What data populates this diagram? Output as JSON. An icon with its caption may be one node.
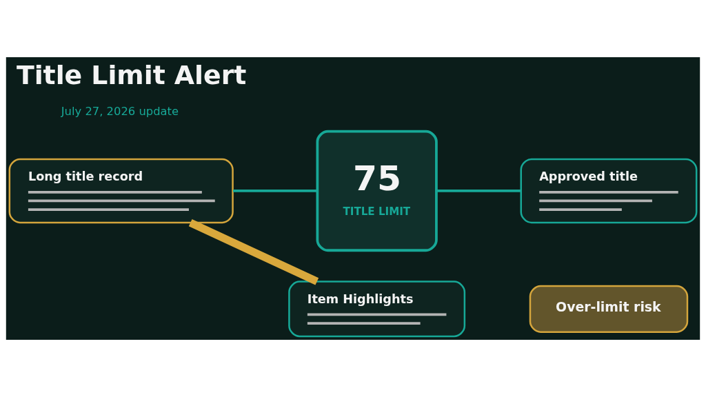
{
  "diagram": {
    "title": "Title Limit Alert",
    "nodes": [
      {
        "text": [
          "Long title record"
        ]
      },
      {
        "text": [
          "75",
          "TITLE LIMIT"
        ]
      },
      {
        "text": [
          "Approved title"
        ]
      },
      {
        "text": [
          "Item Highlights"
        ]
      },
      {
        "text": [
          "Over-limit risk"
        ]
      }
    ],
    "edges": [
      {
        "from": 0,
        "to": 1,
        "arrow": "none"
      },
      {
        "from": 1,
        "to": 2,
        "arrow": "none"
      },
      {
        "from": 0,
        "to": 3,
        "arrow": "none",
        "style": "thick",
        "color": "#d9a83c"
      }
    ],
    "labels": [
      "July 27, 2026 update"
    ]
  }
}
